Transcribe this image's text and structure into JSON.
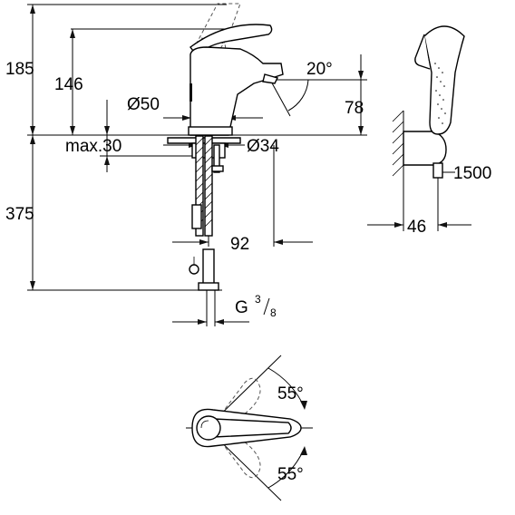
{
  "dimensions": {
    "height_total": "185",
    "height_spout": "146",
    "spout_diameter": "Ø50",
    "spout_angle": "20°",
    "spout_outlet_height": "78",
    "deck_thickness_max": "max.30",
    "hole_diameter": "Ø34",
    "below_deck_length": "375",
    "spout_reach": "92",
    "connection_thread_prefix": "G",
    "connection_thread_num": "3",
    "connection_thread_den": "8",
    "hose_length": "1500",
    "holder_depth": "46",
    "lever_angle_top": "55°",
    "lever_angle_bottom": "55°"
  }
}
